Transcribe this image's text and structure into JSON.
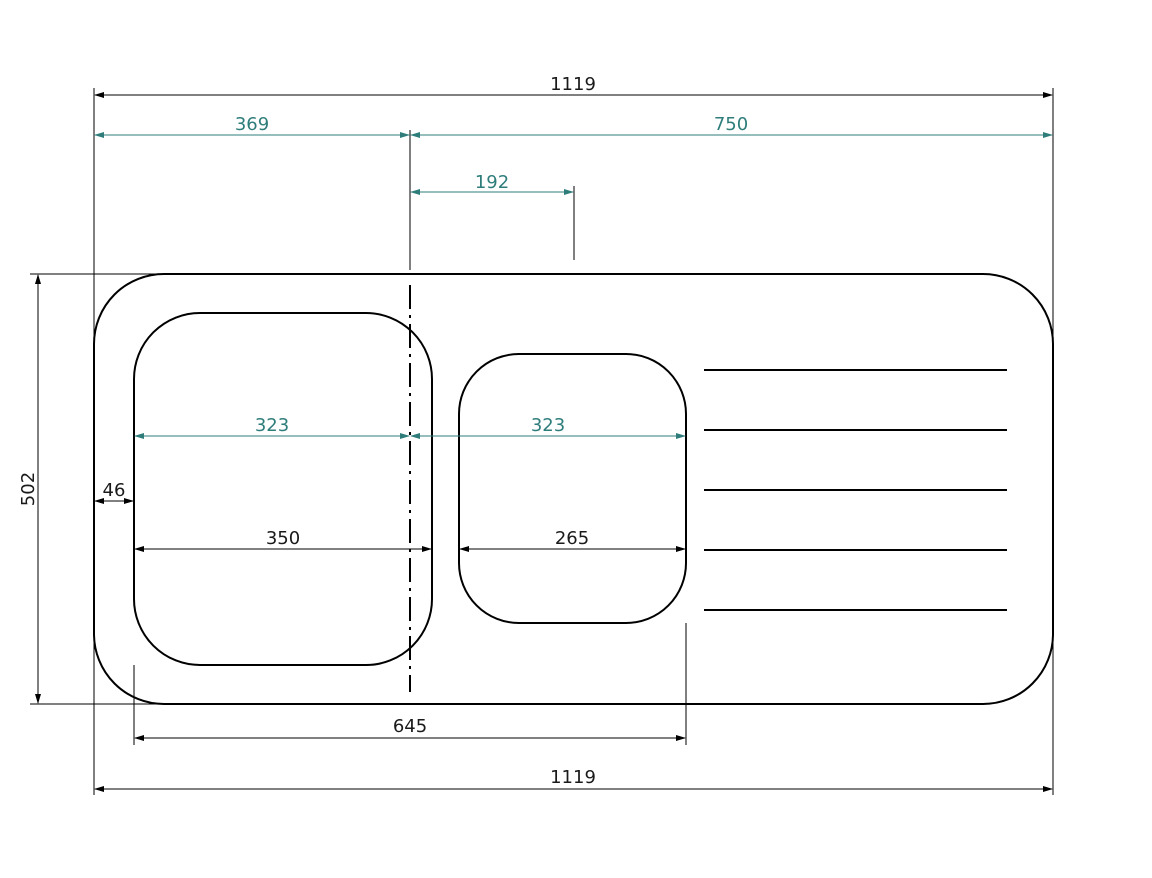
{
  "drawing": {
    "colors": {
      "line": "#000000",
      "accent_dimension": "#2e7d7b"
    },
    "dimensions": {
      "overall_width_top": "1119",
      "overall_width_bottom": "1119",
      "left_section": "369",
      "right_section": "750",
      "offset_top": "192",
      "height": "502",
      "margin_left": "46",
      "bowl1_inner": "323",
      "bowl2_inner": "323",
      "bowl1_width": "350",
      "bowl2_width": "265",
      "bowls_total": "645"
    }
  }
}
